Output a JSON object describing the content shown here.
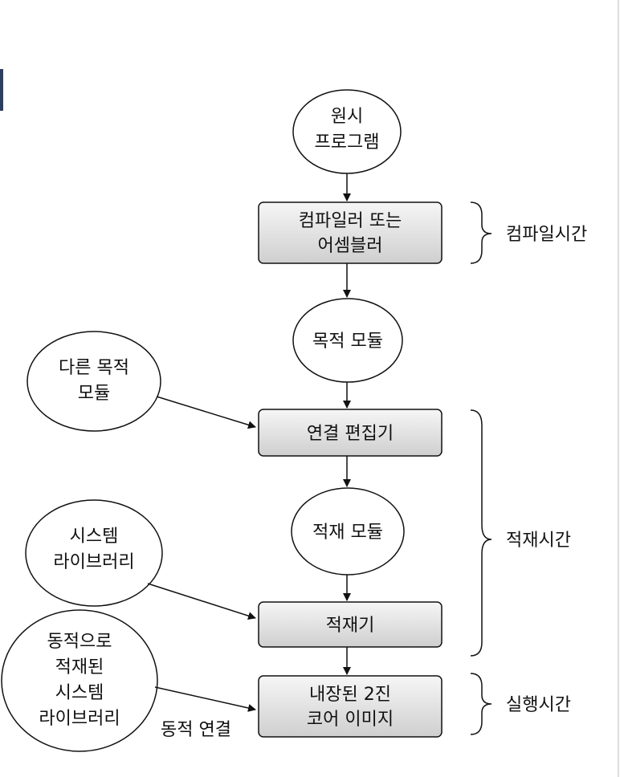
{
  "nodes": {
    "source_program": {
      "line1": "원시",
      "line2": "프로그램"
    },
    "compiler": {
      "line1": "컴파일러 또는",
      "line2": "어셈블러"
    },
    "object_module": {
      "text": "목적 모듈"
    },
    "other_object_module": {
      "line1": "다른 목적",
      "line2": "모듈"
    },
    "linkage_editor": {
      "text": "연결 편집기"
    },
    "load_module": {
      "text": "적재 모듈"
    },
    "system_library": {
      "line1": "시스템",
      "line2": "라이브러리"
    },
    "loader": {
      "text": "적재기"
    },
    "dynamic_library": {
      "line1": "동적으로",
      "line2": "적재된",
      "line3": "시스템",
      "line4": "라이브러리"
    },
    "memory_image": {
      "line1": "내장된 2진",
      "line2": "코어 이미지"
    }
  },
  "edge_labels": {
    "dynamic_linking": "동적 연결"
  },
  "phases": {
    "compile_time": "컴파일시간",
    "load_time": "적재시간",
    "execution_time": "실행시간"
  }
}
